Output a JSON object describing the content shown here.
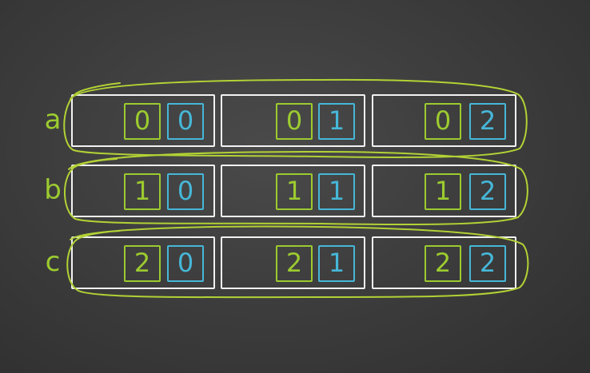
{
  "rows": [
    {
      "label": "a",
      "cells": [
        {
          "row_index": "0",
          "col_index": "0"
        },
        {
          "row_index": "0",
          "col_index": "1"
        },
        {
          "row_index": "0",
          "col_index": "2"
        }
      ]
    },
    {
      "label": "b",
      "cells": [
        {
          "row_index": "1",
          "col_index": "0"
        },
        {
          "row_index": "1",
          "col_index": "1"
        },
        {
          "row_index": "1",
          "col_index": "2"
        }
      ]
    },
    {
      "label": "c",
      "cells": [
        {
          "row_index": "2",
          "col_index": "0"
        },
        {
          "row_index": "2",
          "col_index": "1"
        },
        {
          "row_index": "2",
          "col_index": "2"
        }
      ]
    }
  ],
  "colors": {
    "background": "#3b3b3b",
    "cell_border": "#f2f2f2",
    "row_index": "#9ccb2f",
    "col_index": "#46b7d8",
    "highlight_loop": "#b2d235"
  }
}
